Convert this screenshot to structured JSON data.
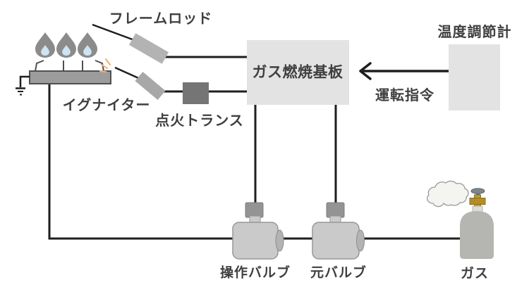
{
  "diagram": {
    "title_context": "gas-combustion-control-system",
    "labels": {
      "flame_rod": "フレームロッド",
      "igniter": "イグナイター",
      "ignition_transformer": "点火トランス",
      "gas_combustion_board": "ガス燃焼基板",
      "temperature_controller": "温度調節計",
      "operation_command": "運転指令",
      "operation_valve": "操作バルブ",
      "main_valve": "元バルブ",
      "gas": "ガス"
    },
    "colors": {
      "background": "#ffffff",
      "wire": "#1e1e1e",
      "text": "#3f3f3f",
      "box_light_gray": "#e3e3e3",
      "transformer_dark_gray": "#757575",
      "flame_outer": "#8b8b8b",
      "flame_inner": "#cfe4f2",
      "burner_bar": "#9c9c9c",
      "rod_gray": "#b3b3b3",
      "spark_orange": "#f2b277",
      "valve_body": "#cacaca",
      "valve_knob": "#949494",
      "cylinder_gray": "#b5b5b1",
      "brass": "#c19a33",
      "cloud_fill": "#f4f4f1"
    }
  }
}
